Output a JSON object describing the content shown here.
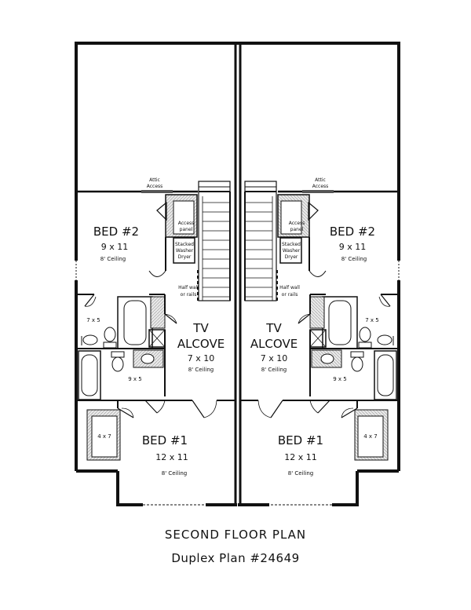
{
  "left": {
    "attic_access": [
      "Attic",
      "Access"
    ],
    "bed2": {
      "name": "BED #2",
      "size": "9 x 11",
      "ceiling": "8' Ceiling"
    },
    "access_panel": [
      "Access",
      "panel"
    ],
    "washer_dryer": [
      "Stacked",
      "Washer",
      "Dryer"
    ],
    "half_wall": [
      "Half wall",
      "or rails"
    ],
    "bath1_size": "7 x 5",
    "tv_alcove": {
      "line1": "TV",
      "line2": "ALCOVE",
      "size": "7 x 10",
      "ceiling": "8' Ceiling"
    },
    "bath2_size": "9 x 5",
    "closet_size": "4 x 7",
    "bed1": {
      "name": "BED #1",
      "size": "12 x 11",
      "ceiling": "8' Ceiling"
    }
  },
  "right": {
    "attic_access": [
      "Attic",
      "Access"
    ],
    "bed2": {
      "name": "BED #2",
      "size": "9 x 11",
      "ceiling": "8' Ceiling"
    },
    "access_panel": [
      "Access",
      "panel"
    ],
    "washer_dryer": [
      "Stacked",
      "Washer",
      "Dryer"
    ],
    "half_wall": [
      "Half wall",
      "or rails"
    ],
    "bath1_size": "7 x 5",
    "tv_alcove": {
      "line1": "TV",
      "line2": "ALCOVE",
      "size": "7 x 10",
      "ceiling": "8' Ceiling"
    },
    "bath2_size": "9 x 5",
    "closet_size": "4 x 7",
    "bed1": {
      "name": "BED #1",
      "size": "12 x 11",
      "ceiling": "8' Ceiling"
    }
  },
  "caption": {
    "title": "SECOND FLOOR PLAN",
    "subtitle": "Duplex Plan #24649"
  }
}
